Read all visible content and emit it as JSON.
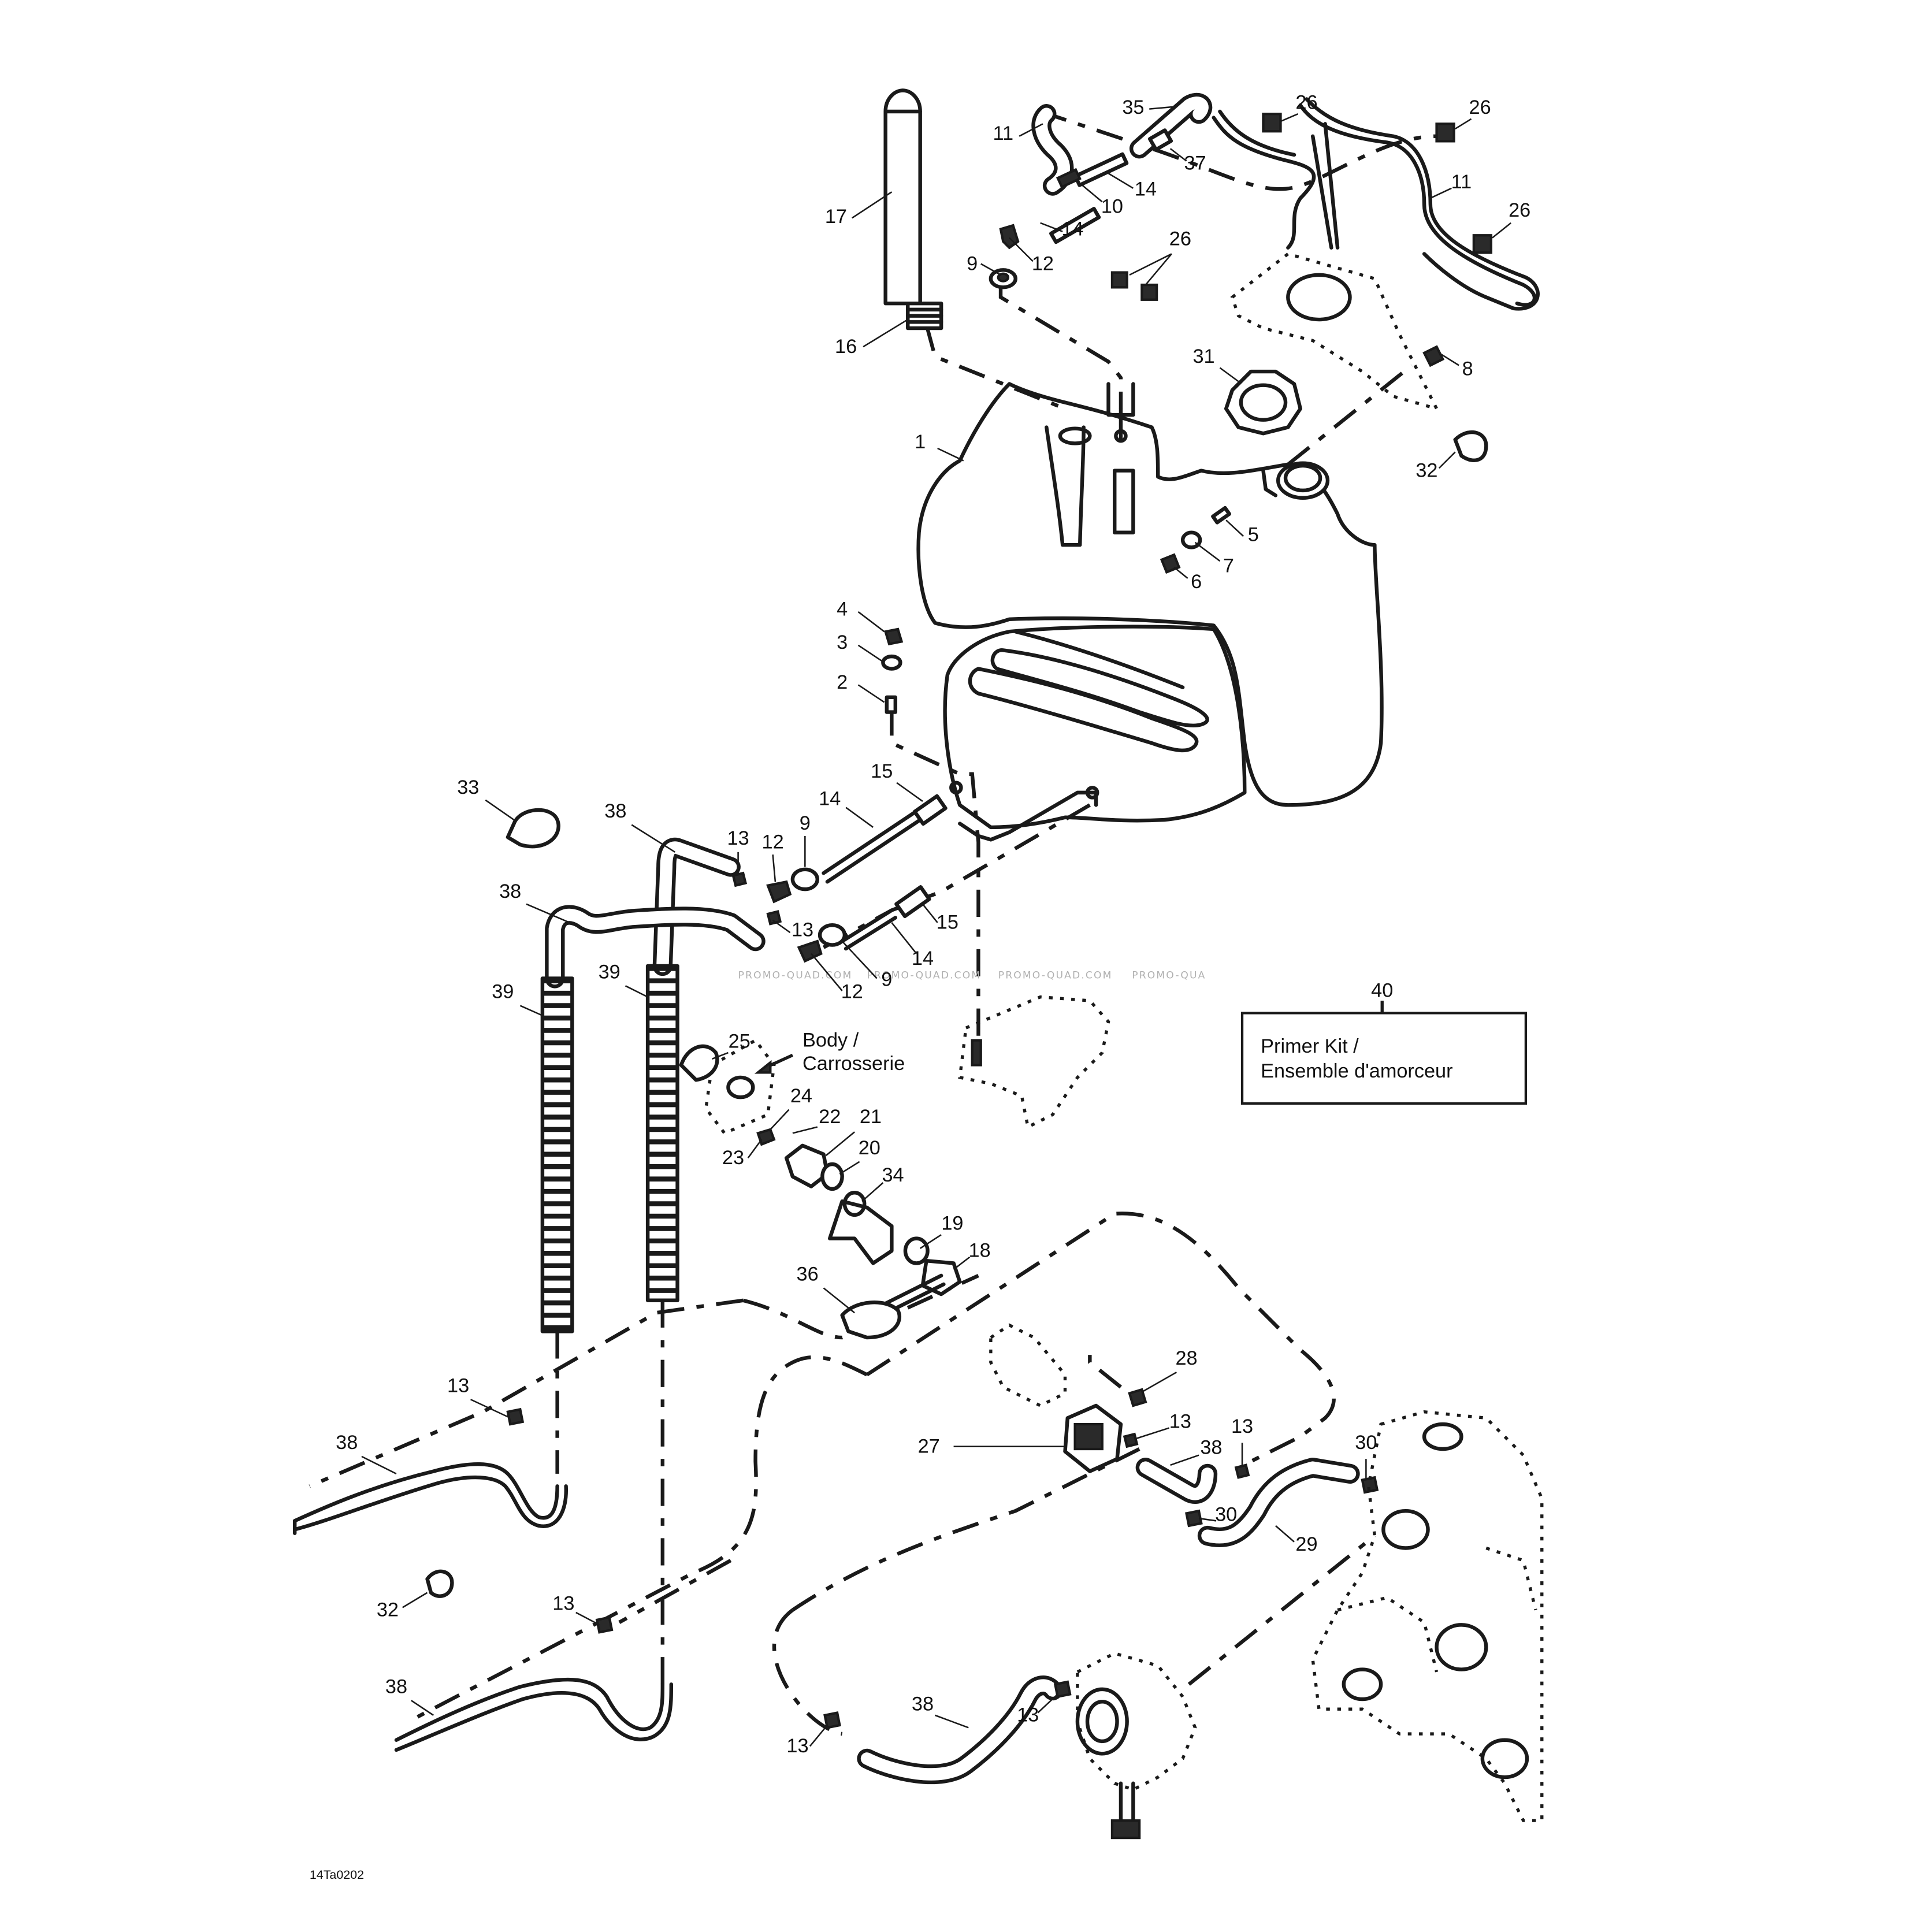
{
  "diagram": {
    "reference_code": "14Ta0202",
    "watermark": [
      "PROMO-QUAD.COM",
      "PROMO-QUAD.COM",
      "PROMO-QUAD.COM",
      "PROMO-QUA"
    ],
    "body_label": [
      "Body /",
      "Carrosserie"
    ],
    "kit": {
      "number": "40",
      "lines": [
        "Primer Kit /",
        "Ensemble d'amorceur"
      ]
    },
    "callouts": [
      "1",
      "2",
      "3",
      "4",
      "5",
      "6",
      "7",
      "8",
      "9",
      "10",
      "11",
      "12",
      "13",
      "14",
      "15",
      "16",
      "17",
      "18",
      "19",
      "20",
      "21",
      "22",
      "23",
      "24",
      "25",
      "26",
      "27",
      "28",
      "29",
      "30",
      "31",
      "32",
      "33",
      "34",
      "35",
      "36",
      "37",
      "38",
      "39"
    ]
  }
}
